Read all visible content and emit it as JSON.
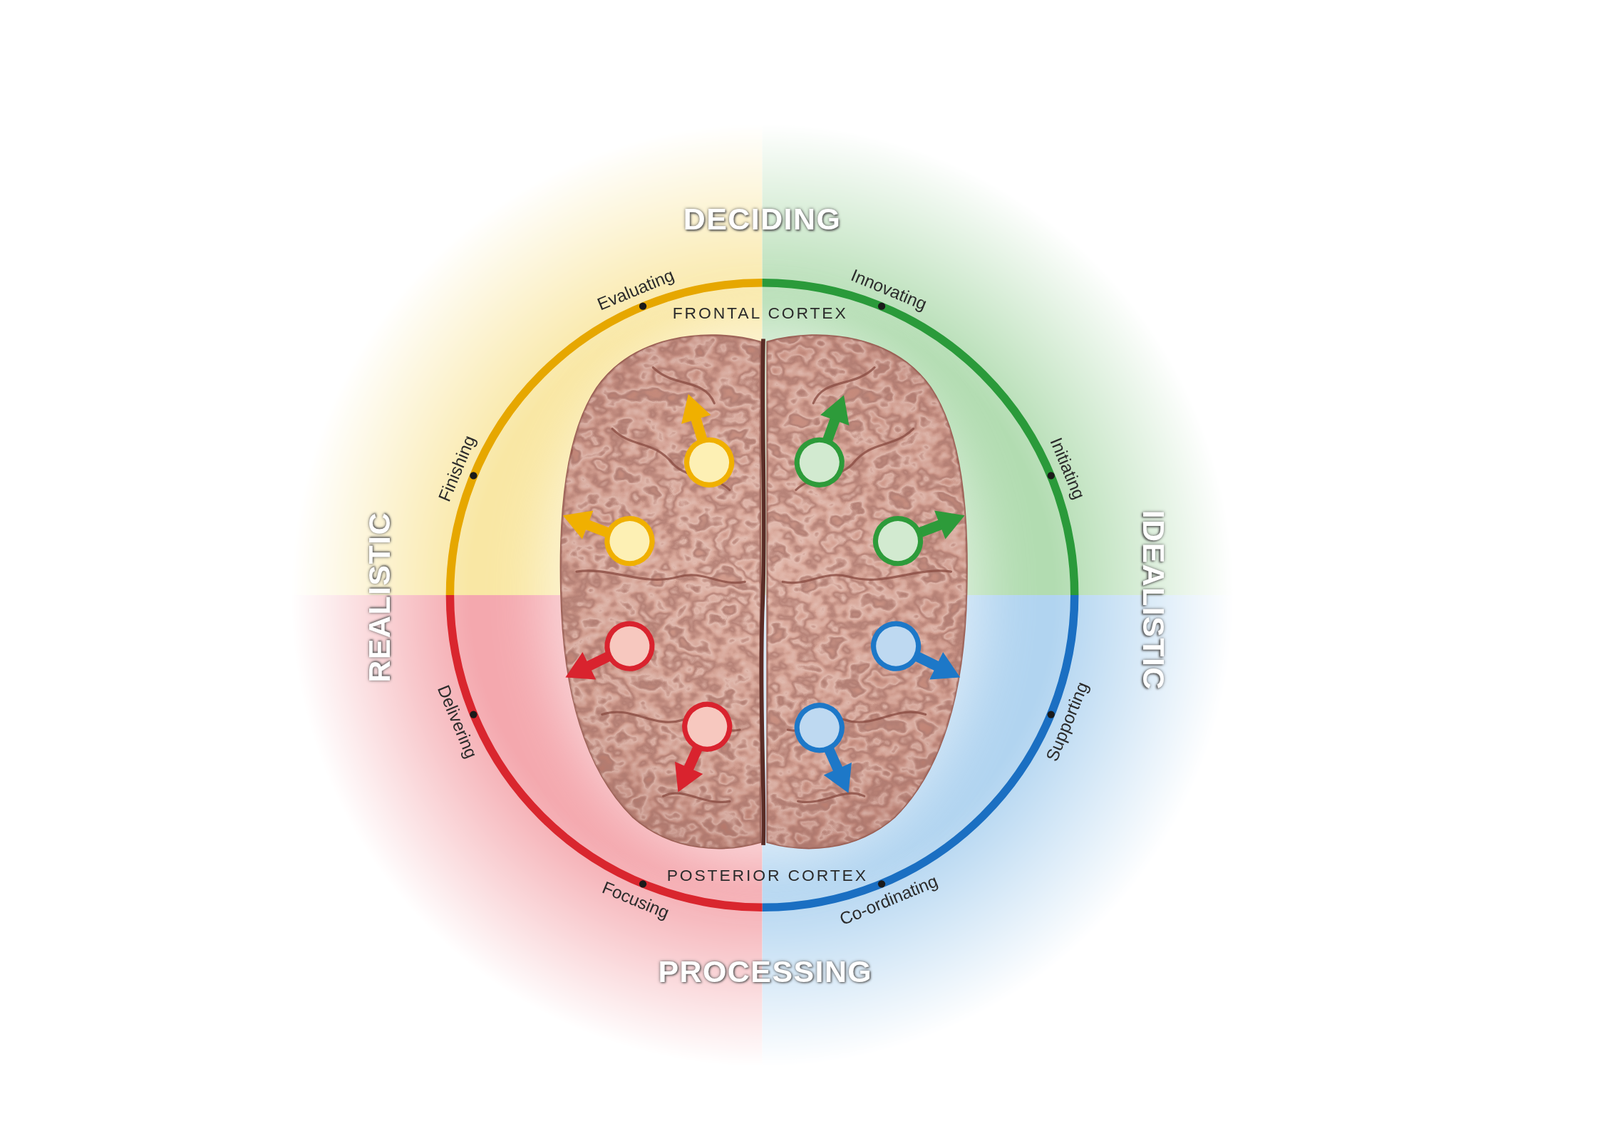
{
  "diagram": {
    "labels": [
      "DECIDING",
      "Evaluating",
      "Innovating",
      "FRONTAL CORTEX",
      "Finishing",
      "Initiating",
      "REALISTIC",
      "IDEALISTIC",
      "Delivering",
      "Supporting",
      "POSTERIOR CORTEX",
      "Focusing",
      "Co-ordinating",
      "PROCESSING"
    ]
  }
}
